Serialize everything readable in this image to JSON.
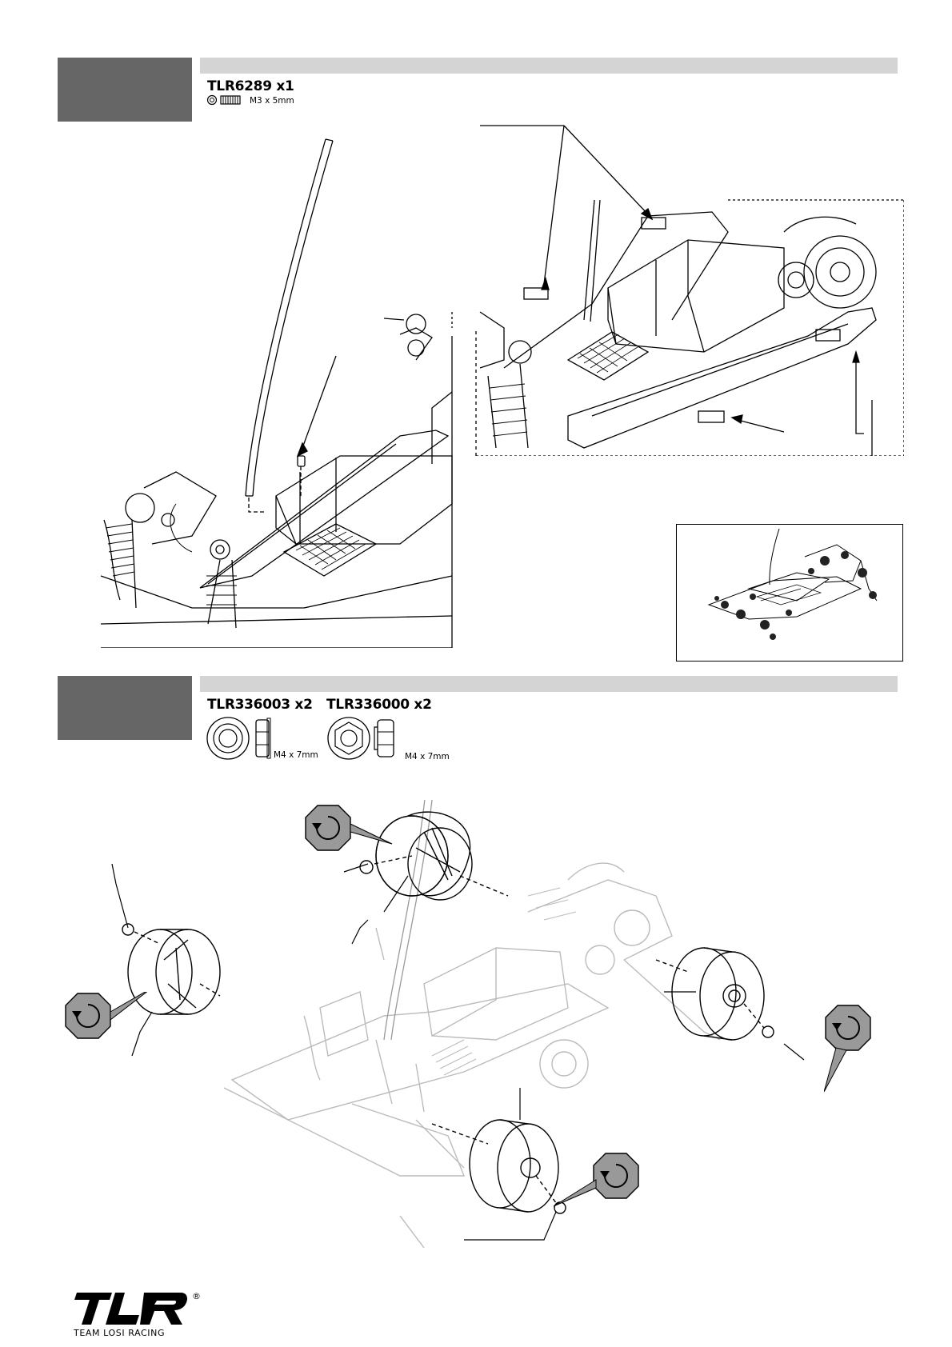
{
  "step1": {
    "parts": [
      {
        "code": "TLR6289 x1",
        "size": "M3 x 5mm",
        "icon": "set-screw-icon"
      }
    ]
  },
  "step2": {
    "parts": [
      {
        "code": "TLR336003 x2",
        "size": "M4 x 7mm",
        "icon": "flanged-lock-nut-icon"
      },
      {
        "code": "TLR336000 x2",
        "size": "M4 x 7mm",
        "icon": "serrated-lock-nut-icon"
      }
    ]
  },
  "brand": {
    "logo": "TLR",
    "name": "TEAM LOSI RACING",
    "registered": "®"
  }
}
